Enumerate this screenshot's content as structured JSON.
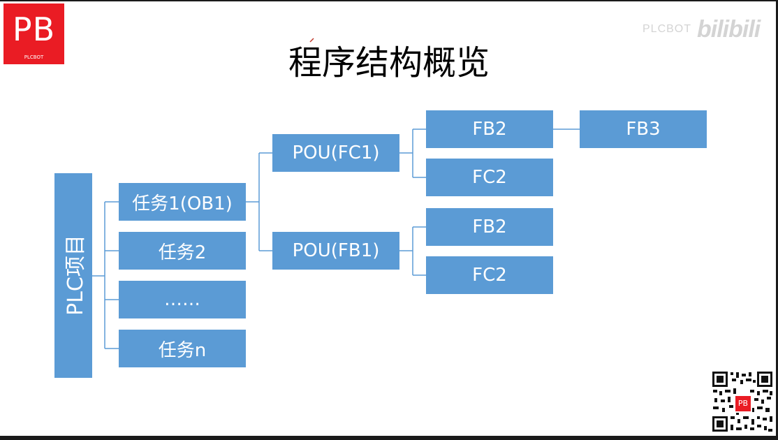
{
  "logo": {
    "text": "PB",
    "subtext": "PLCBOT"
  },
  "watermark": {
    "small": "PLCBOT",
    "brand": "bilibili"
  },
  "title": "程序结构概览",
  "nodes": {
    "root": "PLC项目",
    "task1": "任务1(OB1)",
    "task2": "任务2",
    "task_ellipsis": "……",
    "taskn": "任务n",
    "pou_fc1": "POU(FC1)",
    "pou_fb1": "POU(FB1)",
    "fc1_fb2": "FB2",
    "fc1_fc2": "FC2",
    "fb1_fb2": "FB2",
    "fb1_fc2": "FC2",
    "fb3": "FB3"
  },
  "qr_badge": "PB",
  "colors": {
    "node": "#5b9bd5",
    "line": "#5b9bd5",
    "logo": "#ea1c24"
  }
}
